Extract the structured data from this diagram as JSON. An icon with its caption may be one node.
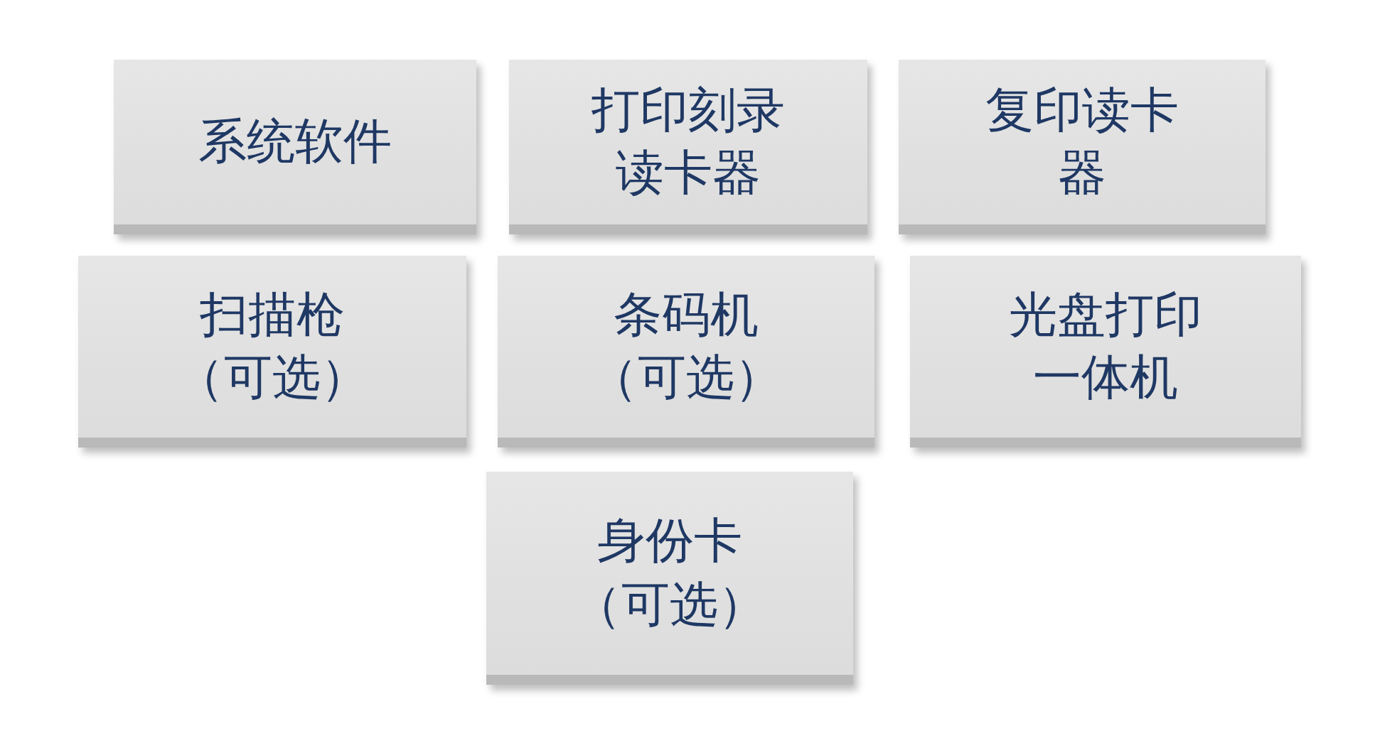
{
  "diagram": {
    "nodes": [
      {
        "text": [
          "系统软件"
        ]
      },
      {
        "text": [
          "打印刻录读卡器"
        ]
      },
      {
        "text": [
          "复印读卡器"
        ]
      },
      {
        "text": [
          "扫描枪（可选）"
        ]
      },
      {
        "text": [
          "条码机（可选）"
        ]
      },
      {
        "text": [
          "光盘打印一体机"
        ]
      },
      {
        "text": [
          "身份卡（可选）"
        ]
      }
    ]
  }
}
